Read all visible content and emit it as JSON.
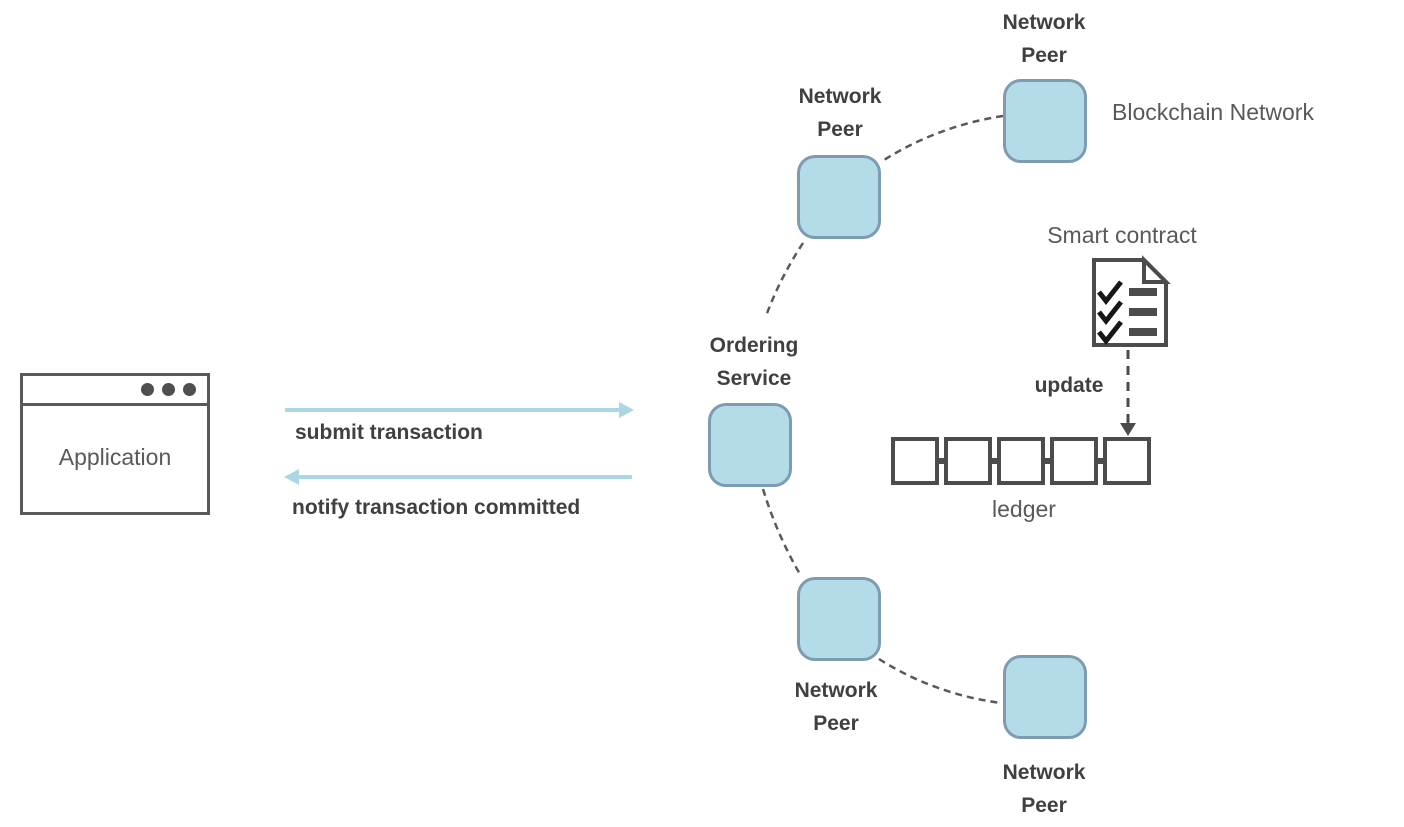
{
  "application": {
    "label": "Application"
  },
  "flows": {
    "submit_label": "submit transaction",
    "notify_label": "notify transaction committed"
  },
  "network": {
    "title": "Blockchain Network",
    "ordering_service": {
      "label": "Ordering Service"
    },
    "peers": [
      {
        "label": "Network Peer"
      },
      {
        "label": "Network Peer"
      },
      {
        "label": "Network Peer"
      },
      {
        "label": "Network Peer"
      }
    ]
  },
  "smart_contract": {
    "label": "Smart contract",
    "action_label": "update"
  },
  "ledger": {
    "label": "ledger",
    "blocks": 5
  },
  "colors": {
    "node_fill": "#b4dbe8",
    "node_border": "#7d9cb1",
    "flow_arrow": "#abd7e5",
    "outline_dark": "#4c4c4c",
    "dash_gray": "#595959",
    "text_bold": "#404040",
    "text_regular": "#595959"
  }
}
